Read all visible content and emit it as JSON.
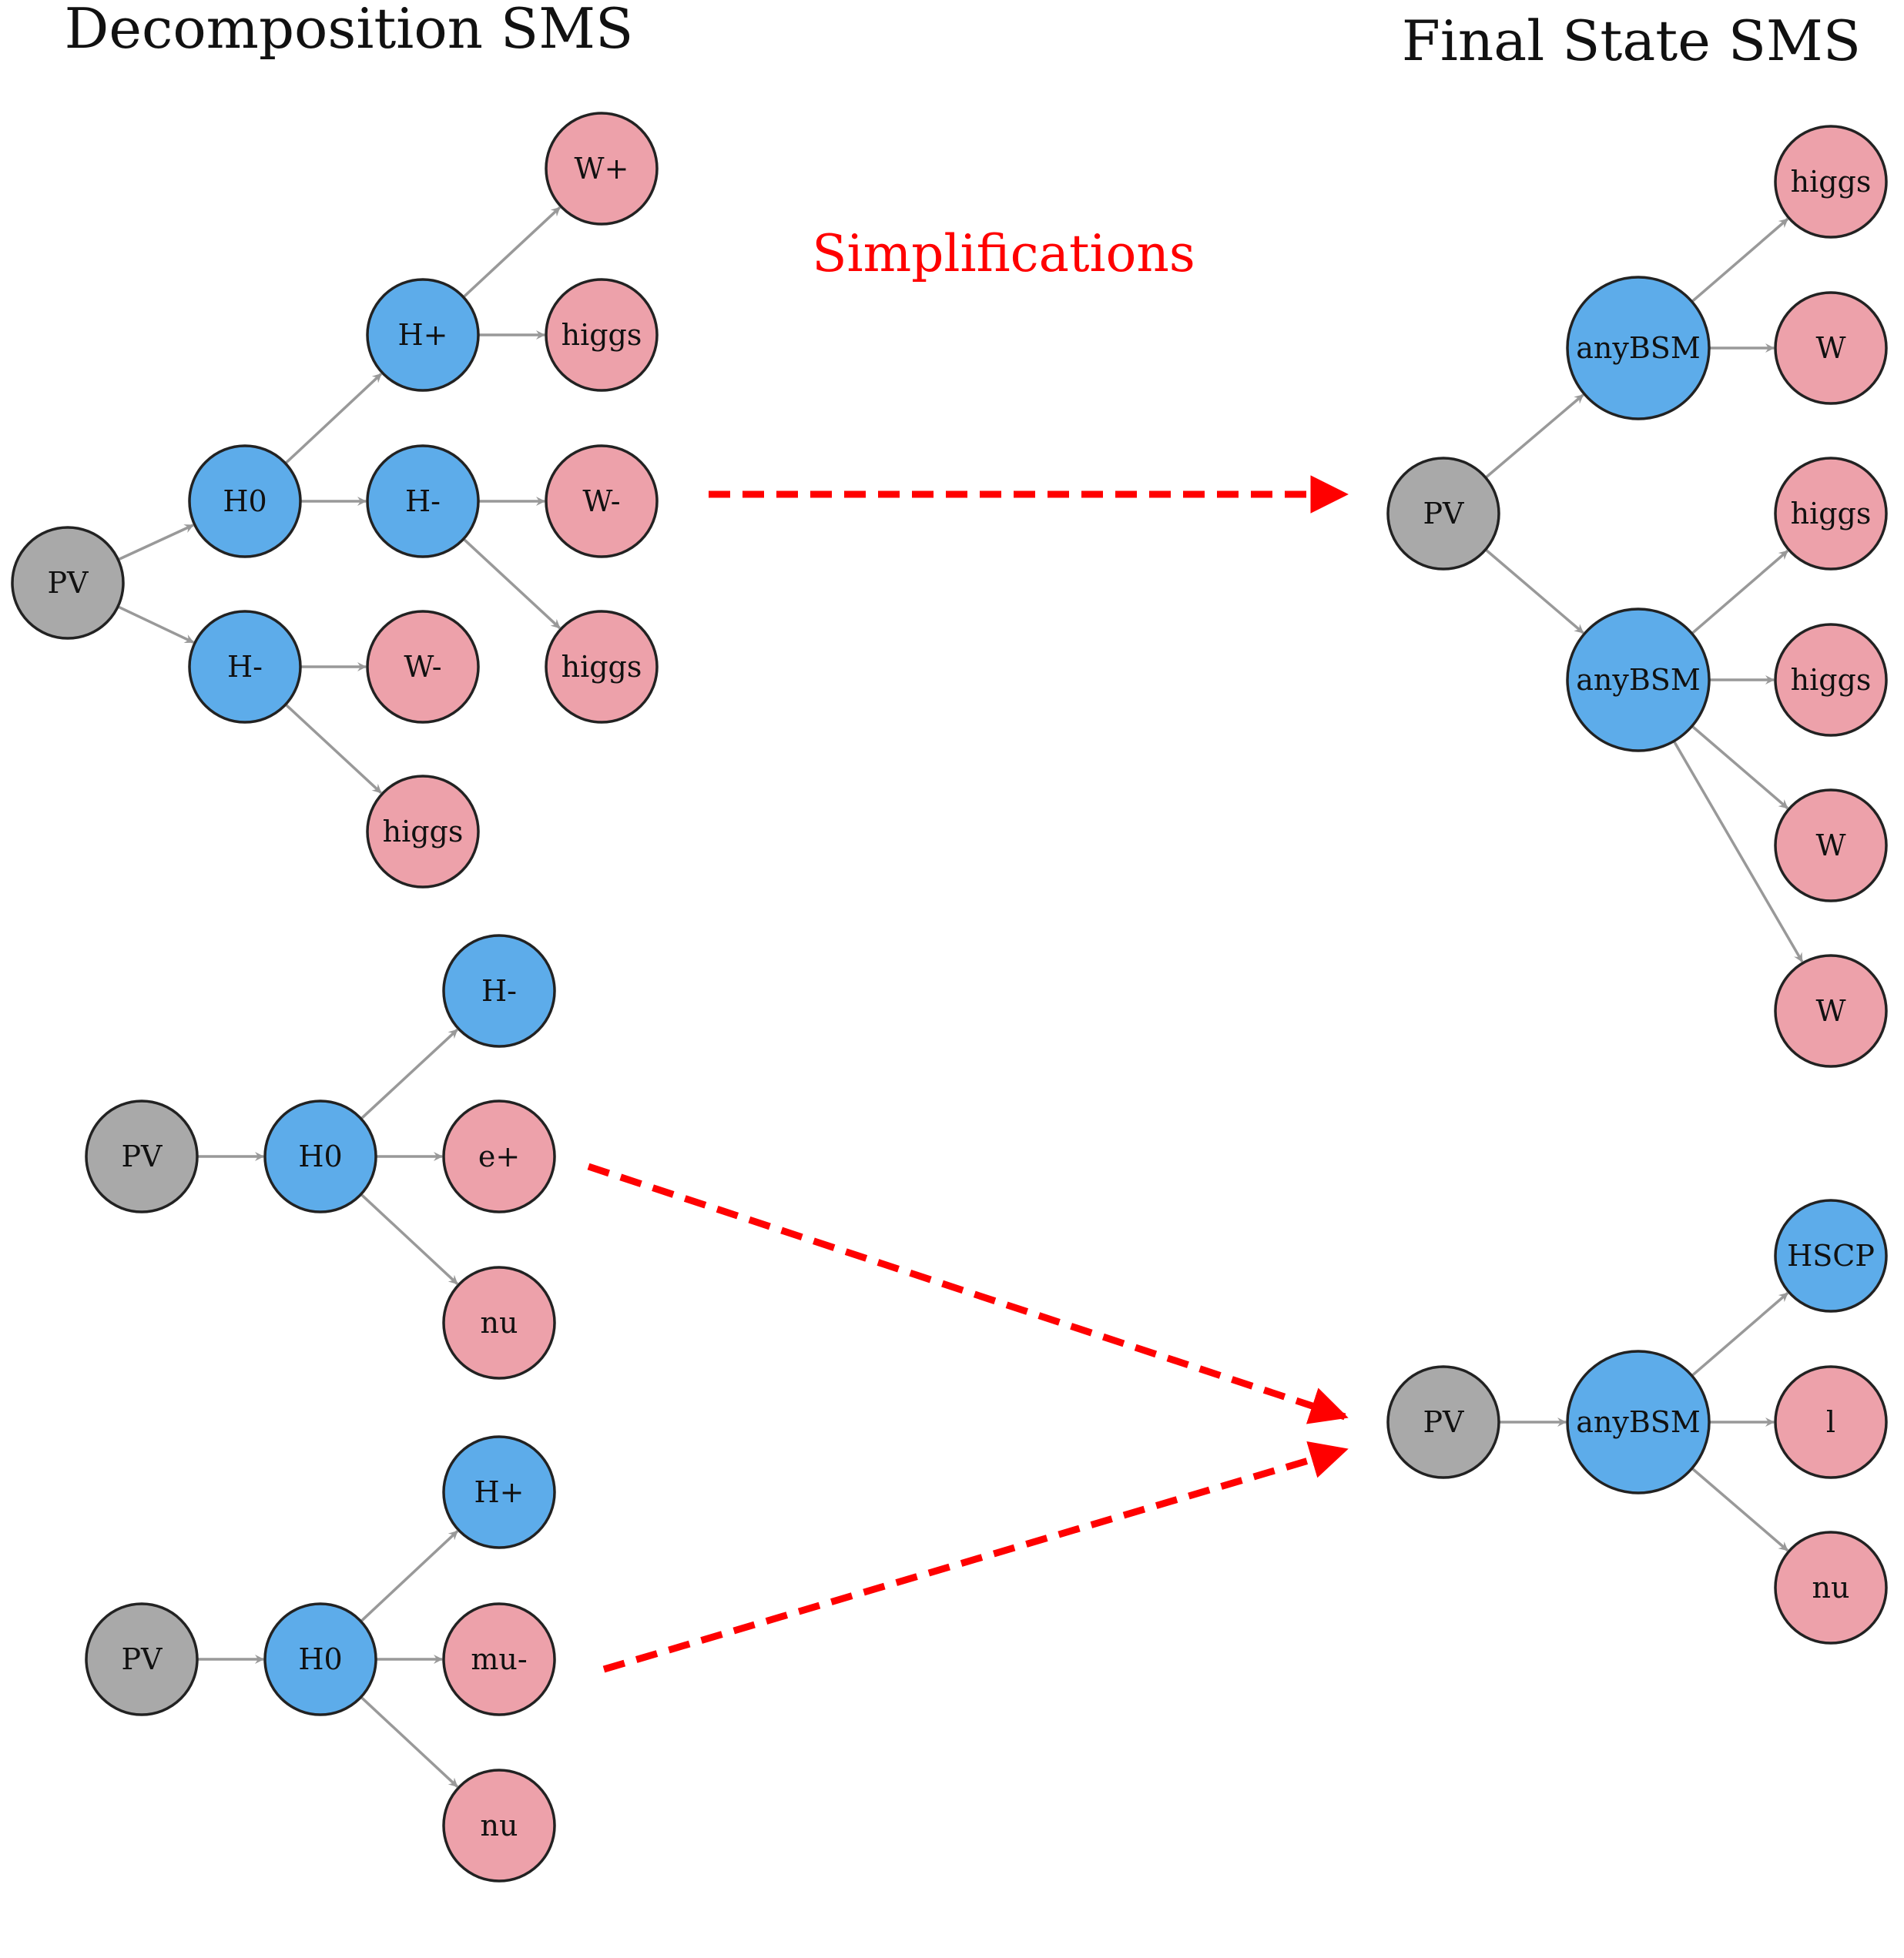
{
  "titles": {
    "left": "Decomposition SMS",
    "right": "Final State SMS",
    "simplifications": "Simplifications"
  },
  "colors": {
    "pv": "#a9a9a9",
    "bsm": "#5dacea",
    "sm": "#eda1aa",
    "edge": "#999999",
    "arrow": "#ff0000"
  },
  "graphs": [
    {
      "id": "decomp-1",
      "nodes": [
        {
          "id": "pv",
          "label": "PV",
          "type": "pv"
        },
        {
          "id": "h0",
          "label": "H0",
          "type": "bsm"
        },
        {
          "id": "hm1",
          "label": "H-",
          "type": "bsm"
        },
        {
          "id": "hp",
          "label": "H+",
          "type": "bsm"
        },
        {
          "id": "hm2",
          "label": "H-",
          "type": "bsm"
        },
        {
          "id": "wp",
          "label": "W+",
          "type": "sm"
        },
        {
          "id": "hg1",
          "label": "higgs",
          "type": "sm"
        },
        {
          "id": "wm1",
          "label": "W-",
          "type": "sm"
        },
        {
          "id": "hg2",
          "label": "higgs",
          "type": "sm"
        },
        {
          "id": "wm2",
          "label": "W-",
          "type": "sm"
        },
        {
          "id": "hg3",
          "label": "higgs",
          "type": "sm"
        }
      ],
      "edges": [
        [
          "pv",
          "h0"
        ],
        [
          "pv",
          "hm1"
        ],
        [
          "h0",
          "hp"
        ],
        [
          "h0",
          "hm2"
        ],
        [
          "hp",
          "wp"
        ],
        [
          "hp",
          "hg1"
        ],
        [
          "hm2",
          "wm1"
        ],
        [
          "hm2",
          "hg2"
        ],
        [
          "hm1",
          "wm2"
        ],
        [
          "hm1",
          "hg3"
        ]
      ]
    },
    {
      "id": "decomp-2",
      "nodes": [
        {
          "id": "pv",
          "label": "PV",
          "type": "pv"
        },
        {
          "id": "h0",
          "label": "H0",
          "type": "bsm"
        },
        {
          "id": "hm",
          "label": "H-",
          "type": "bsm"
        },
        {
          "id": "ep",
          "label": "e+",
          "type": "sm"
        },
        {
          "id": "nu",
          "label": "nu",
          "type": "sm"
        }
      ],
      "edges": [
        [
          "pv",
          "h0"
        ],
        [
          "h0",
          "hm"
        ],
        [
          "h0",
          "ep"
        ],
        [
          "h0",
          "nu"
        ]
      ]
    },
    {
      "id": "decomp-3",
      "nodes": [
        {
          "id": "pv",
          "label": "PV",
          "type": "pv"
        },
        {
          "id": "h0",
          "label": "H0",
          "type": "bsm"
        },
        {
          "id": "hp",
          "label": "H+",
          "type": "bsm"
        },
        {
          "id": "mu",
          "label": "mu-",
          "type": "sm"
        },
        {
          "id": "nu",
          "label": "nu",
          "type": "sm"
        }
      ],
      "edges": [
        [
          "pv",
          "h0"
        ],
        [
          "h0",
          "hp"
        ],
        [
          "h0",
          "mu"
        ],
        [
          "h0",
          "nu"
        ]
      ]
    },
    {
      "id": "final-1",
      "nodes": [
        {
          "id": "pv",
          "label": "PV",
          "type": "pv"
        },
        {
          "id": "b1",
          "label": "anyBSM",
          "type": "bsm"
        },
        {
          "id": "b2",
          "label": "anyBSM",
          "type": "bsm"
        },
        {
          "id": "hg1",
          "label": "higgs",
          "type": "sm"
        },
        {
          "id": "w1",
          "label": "W",
          "type": "sm"
        },
        {
          "id": "hg2",
          "label": "higgs",
          "type": "sm"
        },
        {
          "id": "hg3",
          "label": "higgs",
          "type": "sm"
        },
        {
          "id": "w2",
          "label": "W",
          "type": "sm"
        },
        {
          "id": "w3",
          "label": "W",
          "type": "sm"
        }
      ],
      "edges": [
        [
          "pv",
          "b1"
        ],
        [
          "pv",
          "b2"
        ],
        [
          "b1",
          "hg1"
        ],
        [
          "b1",
          "w1"
        ],
        [
          "b2",
          "hg2"
        ],
        [
          "b2",
          "hg3"
        ],
        [
          "b2",
          "w2"
        ],
        [
          "b2",
          "w3"
        ]
      ]
    },
    {
      "id": "final-2",
      "nodes": [
        {
          "id": "pv",
          "label": "PV",
          "type": "pv"
        },
        {
          "id": "b",
          "label": "anyBSM",
          "type": "bsm"
        },
        {
          "id": "hscp",
          "label": "HSCP",
          "type": "bsm"
        },
        {
          "id": "l",
          "label": "l",
          "type": "sm"
        },
        {
          "id": "nu",
          "label": "nu",
          "type": "sm"
        }
      ],
      "edges": [
        [
          "pv",
          "b"
        ],
        [
          "b",
          "hscp"
        ],
        [
          "b",
          "l"
        ],
        [
          "b",
          "nu"
        ]
      ]
    }
  ],
  "arrows": [
    {
      "from": "decomp-1",
      "to": "final-1"
    },
    {
      "from": "decomp-2",
      "to": "final-2"
    },
    {
      "from": "decomp-3",
      "to": "final-2"
    }
  ]
}
